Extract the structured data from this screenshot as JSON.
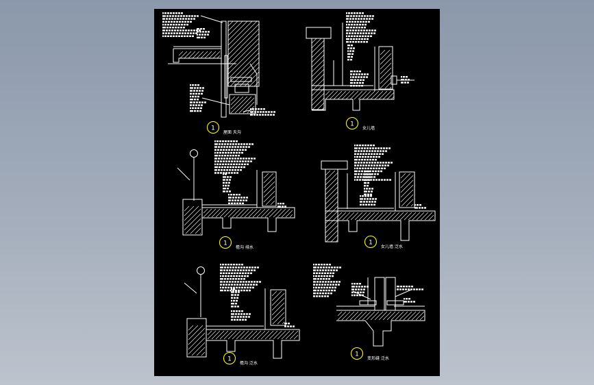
{
  "colors": {
    "background_top": "#8b98ab",
    "background_bottom": "#bcc3cd",
    "sheet": "#000000",
    "line": "#ffffff",
    "index_circle": "#ffff00"
  },
  "details": [
    {
      "id": "detail-1",
      "index": "1",
      "caption": "屋面 天沟"
    },
    {
      "id": "detail-2",
      "index": "1",
      "caption": "女儿墙"
    },
    {
      "id": "detail-3",
      "index": "1",
      "caption": "檐沟 排水"
    },
    {
      "id": "detail-4",
      "index": "1",
      "caption": "女儿墙 泛水"
    },
    {
      "id": "detail-5",
      "index": "1",
      "caption": "檐沟 泛水"
    },
    {
      "id": "detail-6",
      "index": "1",
      "caption": "变形缝 泛水"
    }
  ]
}
